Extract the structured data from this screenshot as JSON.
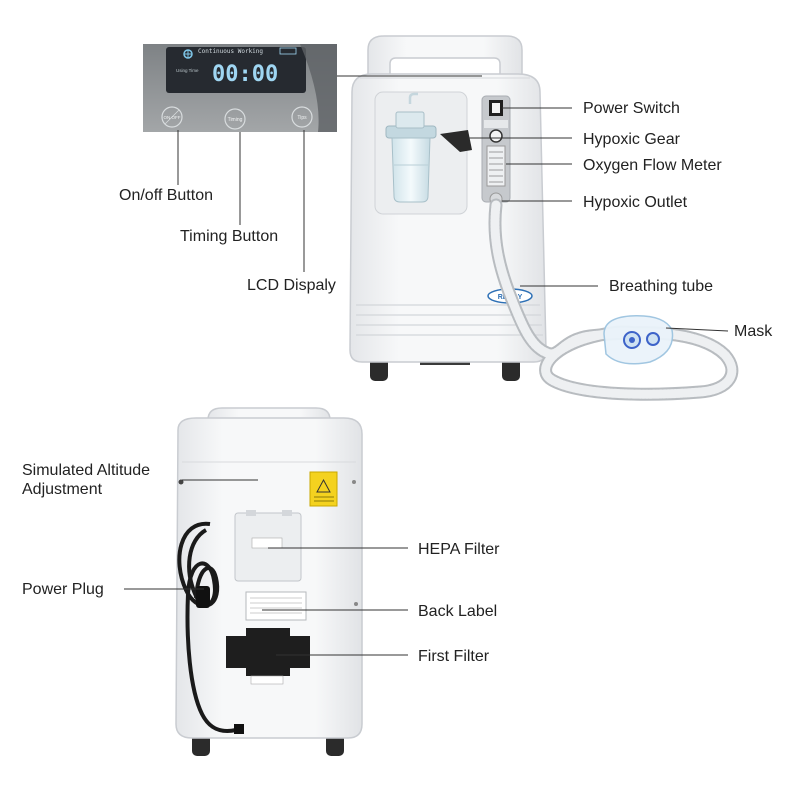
{
  "panel": {
    "status": "Continuous Working",
    "using_time": "Using Time",
    "timer": "00:00",
    "btn_onoff": "ON OFF",
    "btn_timing": "Timing",
    "btn_tips": "Tips"
  },
  "device": {
    "logo": "REDDY"
  },
  "labels": {
    "power_switch": "Power Switch",
    "hypoxic_gear": "Hypoxic Gear",
    "oxygen_flow_meter": "Oxygen Flow Meter",
    "hypoxic_outlet": "Hypoxic Outlet",
    "onoff_button": "On/off Button",
    "timing_button": "Timing Button",
    "lcd_display": "LCD Dispaly",
    "breathing_tube": "Breathing tube",
    "mask": "Mask",
    "altitude_line1": "Simulated Altitude",
    "altitude_line2": "Adjustment",
    "power_plug": "Power Plug",
    "hepa_filter": "HEPA Filter",
    "back_label": "Back Label",
    "first_filter": "First Filter"
  },
  "colors": {
    "body": "#f3f4f6",
    "outline": "#c9ccd1",
    "panel_bg": "#8c9093",
    "lcd_bg": "#262a30",
    "lcd_digits": "#9fd6f2",
    "leader": "#333333",
    "text": "#222222"
  }
}
